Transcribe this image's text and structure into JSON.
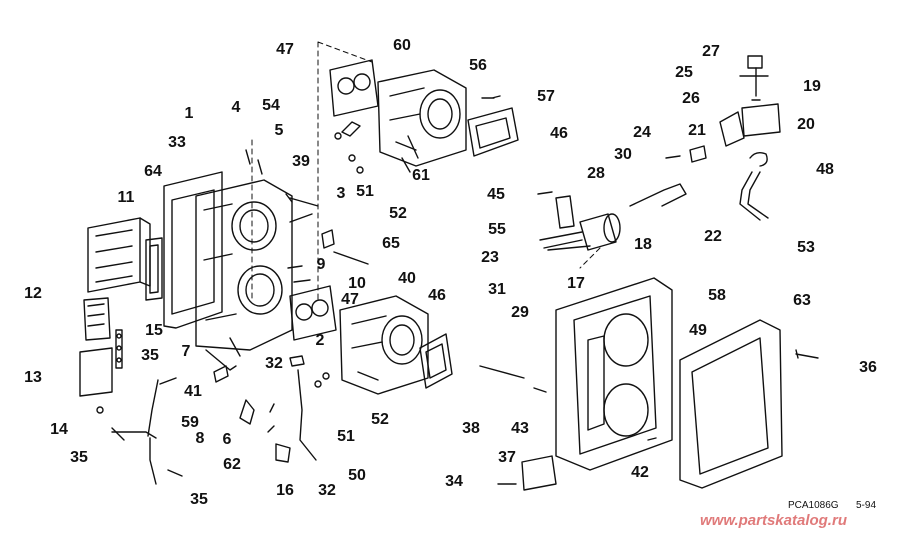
{
  "diagram": {
    "drawing_code": "PCA1086G",
    "date_code": "5-94",
    "watermark": "www.partskatalog.ru"
  },
  "callouts": [
    {
      "id": "c1",
      "label": "1"
    },
    {
      "id": "c2",
      "label": "2"
    },
    {
      "id": "c3",
      "label": "3"
    },
    {
      "id": "c4",
      "label": "4"
    },
    {
      "id": "c5",
      "label": "5"
    },
    {
      "id": "c6",
      "label": "6"
    },
    {
      "id": "c7",
      "label": "7"
    },
    {
      "id": "c8",
      "label": "8"
    },
    {
      "id": "c9",
      "label": "9"
    },
    {
      "id": "c10",
      "label": "10"
    },
    {
      "id": "c11",
      "label": "11"
    },
    {
      "id": "c12",
      "label": "12"
    },
    {
      "id": "c13",
      "label": "13"
    },
    {
      "id": "c14",
      "label": "14"
    },
    {
      "id": "c15",
      "label": "15"
    },
    {
      "id": "c16",
      "label": "16"
    },
    {
      "id": "c17",
      "label": "17"
    },
    {
      "id": "c18",
      "label": "18"
    },
    {
      "id": "c19",
      "label": "19"
    },
    {
      "id": "c20",
      "label": "20"
    },
    {
      "id": "c21",
      "label": "21"
    },
    {
      "id": "c22",
      "label": "22"
    },
    {
      "id": "c23",
      "label": "23"
    },
    {
      "id": "c24",
      "label": "24"
    },
    {
      "id": "c25",
      "label": "25"
    },
    {
      "id": "c26",
      "label": "26"
    },
    {
      "id": "c27",
      "label": "27"
    },
    {
      "id": "c28",
      "label": "28"
    },
    {
      "id": "c29",
      "label": "29"
    },
    {
      "id": "c30",
      "label": "30"
    },
    {
      "id": "c31",
      "label": "31"
    },
    {
      "id": "c32a",
      "label": "32"
    },
    {
      "id": "c32b",
      "label": "32"
    },
    {
      "id": "c33",
      "label": "33"
    },
    {
      "id": "c34",
      "label": "34"
    },
    {
      "id": "c35a",
      "label": "35"
    },
    {
      "id": "c35b",
      "label": "35"
    },
    {
      "id": "c35c",
      "label": "35"
    },
    {
      "id": "c36",
      "label": "36"
    },
    {
      "id": "c37",
      "label": "37"
    },
    {
      "id": "c38",
      "label": "38"
    },
    {
      "id": "c39",
      "label": "39"
    },
    {
      "id": "c40",
      "label": "40"
    },
    {
      "id": "c41",
      "label": "41"
    },
    {
      "id": "c42",
      "label": "42"
    },
    {
      "id": "c43",
      "label": "43"
    },
    {
      "id": "c45",
      "label": "45"
    },
    {
      "id": "c46a",
      "label": "46"
    },
    {
      "id": "c46b",
      "label": "46"
    },
    {
      "id": "c47a",
      "label": "47"
    },
    {
      "id": "c47b",
      "label": "47"
    },
    {
      "id": "c48",
      "label": "48"
    },
    {
      "id": "c49",
      "label": "49"
    },
    {
      "id": "c50",
      "label": "50"
    },
    {
      "id": "c51a",
      "label": "51"
    },
    {
      "id": "c51b",
      "label": "51"
    },
    {
      "id": "c52a",
      "label": "52"
    },
    {
      "id": "c52b",
      "label": "52"
    },
    {
      "id": "c53",
      "label": "53"
    },
    {
      "id": "c54",
      "label": "54"
    },
    {
      "id": "c55",
      "label": "55"
    },
    {
      "id": "c56",
      "label": "56"
    },
    {
      "id": "c57",
      "label": "57"
    },
    {
      "id": "c58",
      "label": "58"
    },
    {
      "id": "c59",
      "label": "59"
    },
    {
      "id": "c60",
      "label": "60"
    },
    {
      "id": "c61",
      "label": "61"
    },
    {
      "id": "c62",
      "label": "62"
    },
    {
      "id": "c63",
      "label": "63"
    },
    {
      "id": "c64",
      "label": "64"
    },
    {
      "id": "c65",
      "label": "65"
    }
  ]
}
